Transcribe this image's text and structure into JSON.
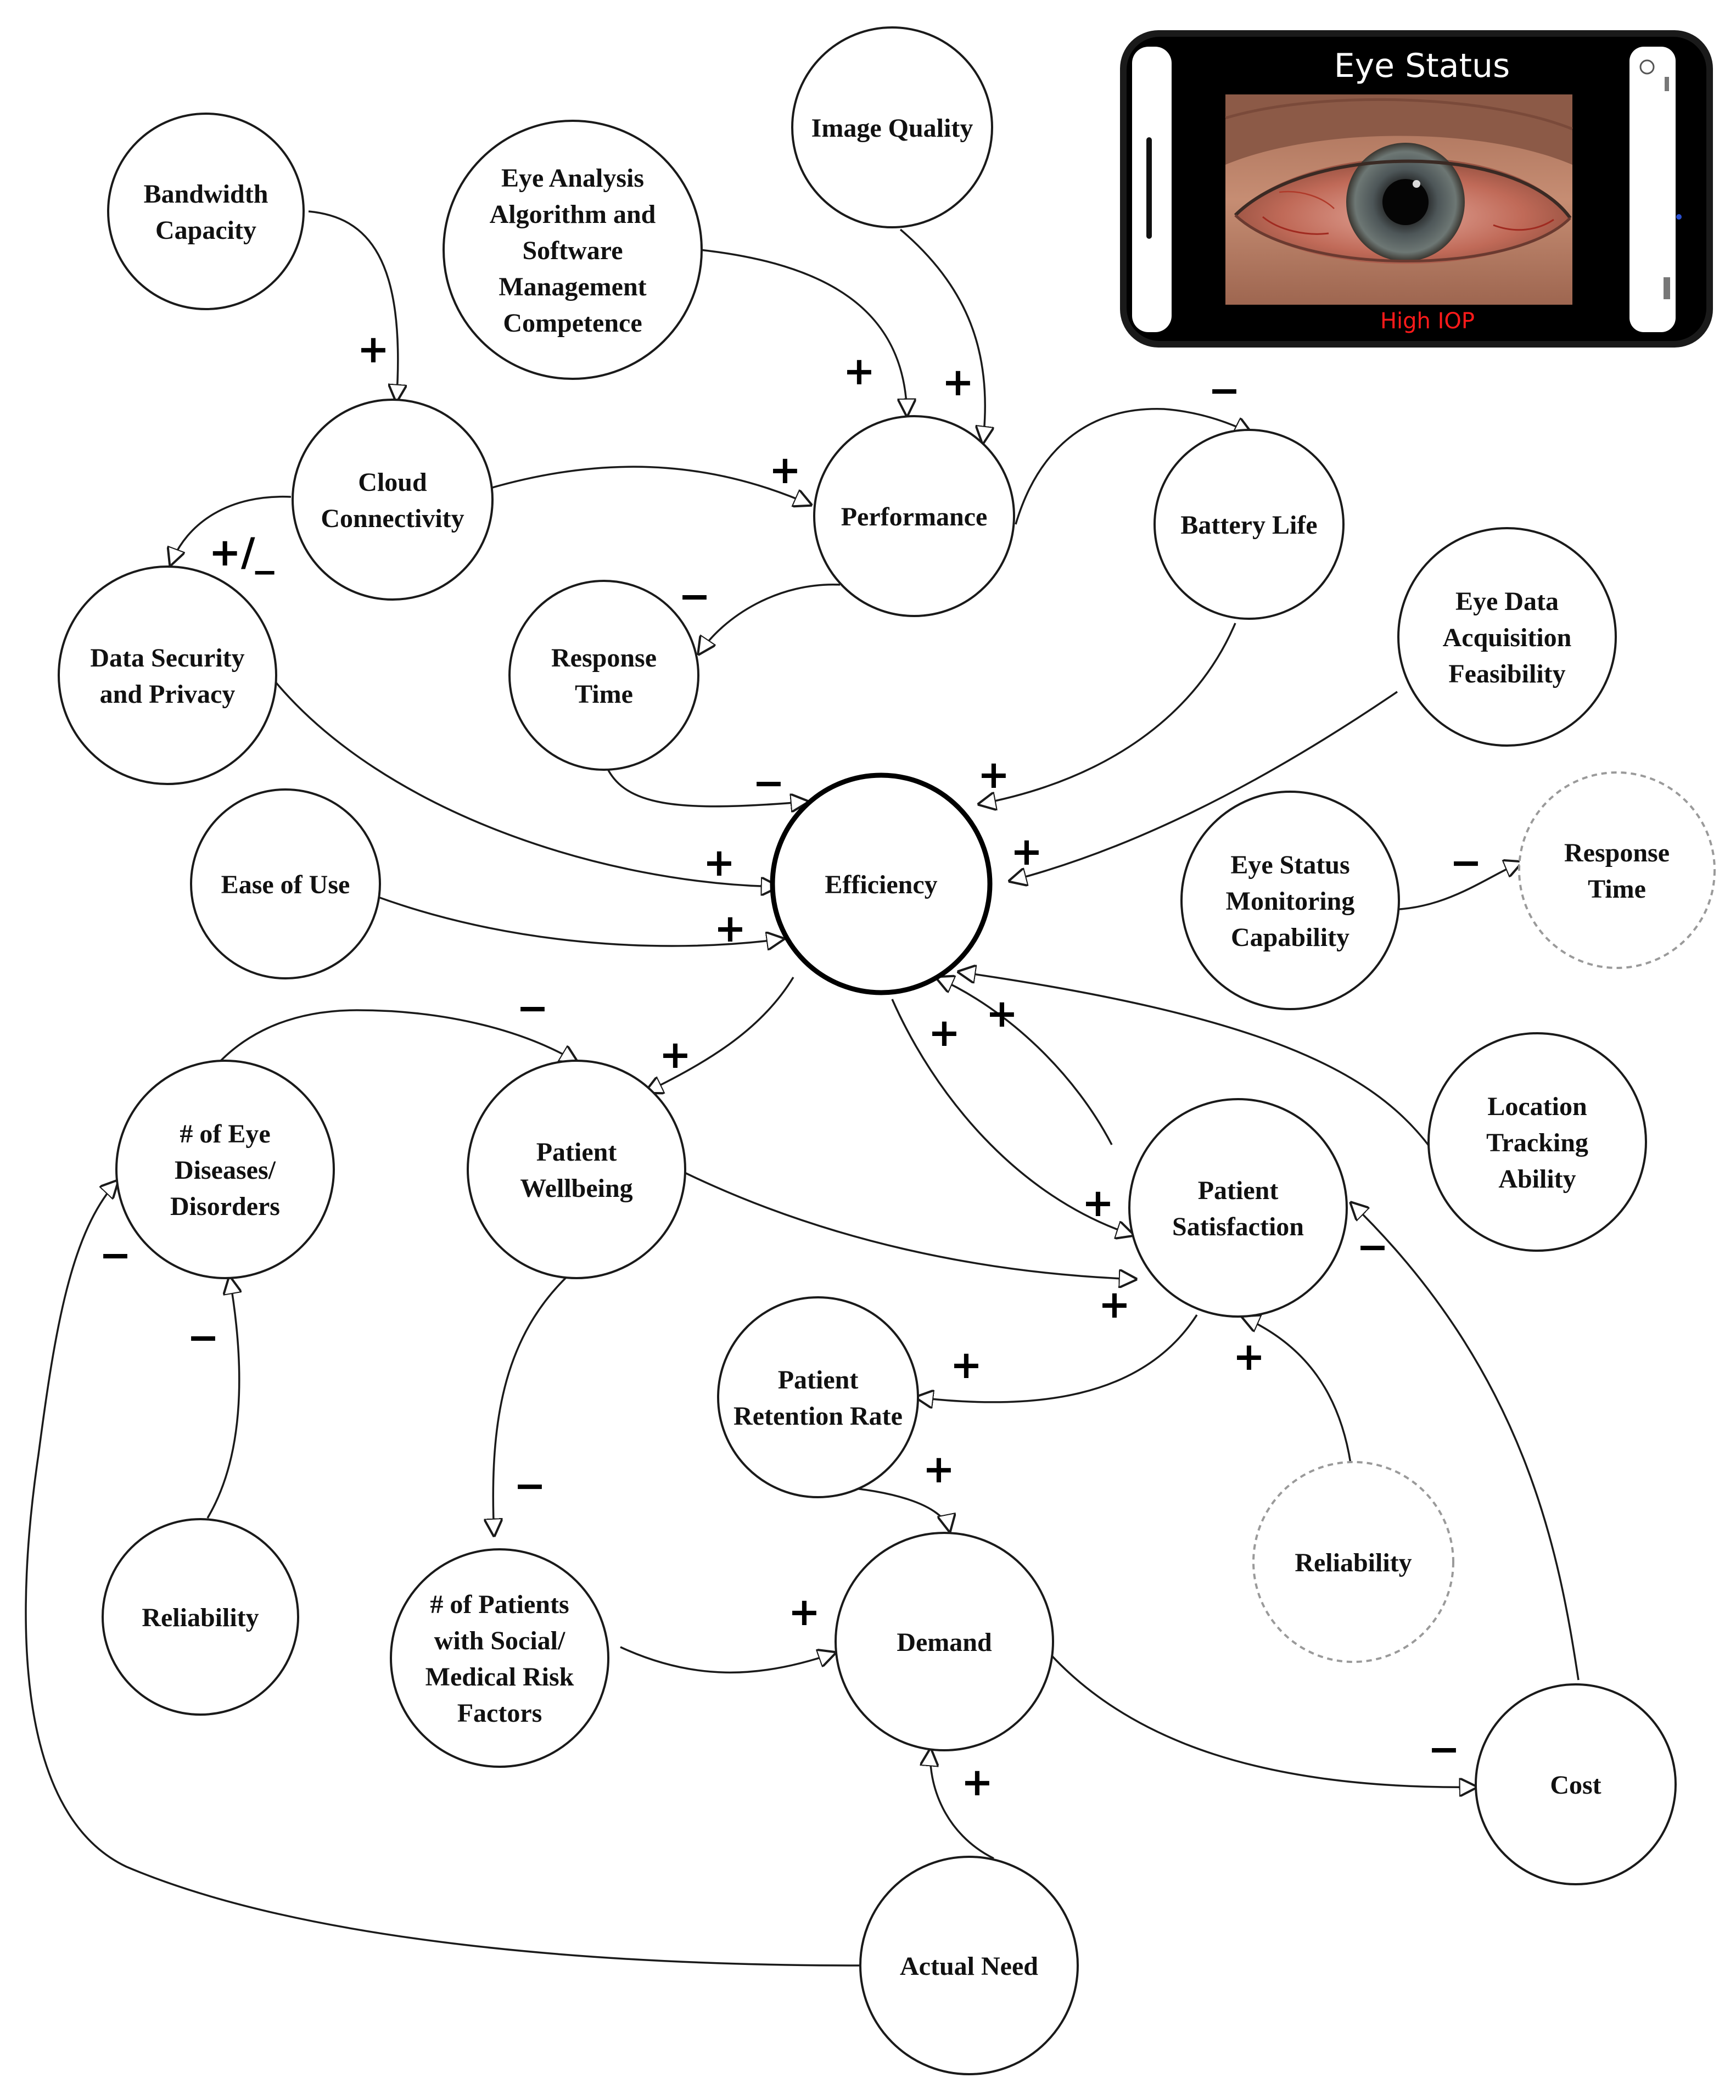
{
  "nodes": [
    {
      "id": "bandwidth",
      "label": [
        "Bandwidth",
        "Capacity"
      ]
    },
    {
      "id": "eye-analysis",
      "label": [
        "Eye Analysis",
        "Algorithm and",
        "Software",
        "Management",
        "Competence"
      ]
    },
    {
      "id": "image-quality",
      "label": [
        "Image Quality"
      ]
    },
    {
      "id": "cloud",
      "label": [
        "Cloud",
        "Connectivity"
      ]
    },
    {
      "id": "performance",
      "label": [
        "Performance"
      ]
    },
    {
      "id": "battery",
      "label": [
        "Battery Life"
      ]
    },
    {
      "id": "data-security",
      "label": [
        "Data Security",
        "and Privacy"
      ]
    },
    {
      "id": "response-time-1",
      "label": [
        "Response",
        "Time"
      ]
    },
    {
      "id": "eye-data",
      "label": [
        "Eye Data",
        "Acquisition",
        "Feasibility"
      ]
    },
    {
      "id": "ease-of-use",
      "label": [
        "Ease of Use"
      ]
    },
    {
      "id": "efficiency",
      "label": [
        "Efficiency"
      ]
    },
    {
      "id": "eye-status",
      "label": [
        "Eye Status",
        "Monitoring",
        "Capability"
      ]
    },
    {
      "id": "response-time-2",
      "label": [
        "Response",
        "Time"
      ]
    },
    {
      "id": "eye-diseases",
      "label": [
        "# of Eye",
        "Diseases/",
        "Disorders"
      ]
    },
    {
      "id": "patient-wellbeing",
      "label": [
        "Patient",
        "Wellbeing"
      ]
    },
    {
      "id": "patient-satisfaction",
      "label": [
        "Patient",
        "Satisfaction"
      ]
    },
    {
      "id": "location",
      "label": [
        "Location",
        "Tracking",
        "Ability"
      ]
    },
    {
      "id": "retention",
      "label": [
        "Patient",
        "Retention Rate"
      ]
    },
    {
      "id": "reliability-1",
      "label": [
        "Reliability"
      ]
    },
    {
      "id": "reliability-2",
      "label": [
        "Reliability"
      ]
    },
    {
      "id": "risk-factors",
      "label": [
        "# of Patients",
        "with Social/",
        "Medical Risk",
        "Factors"
      ]
    },
    {
      "id": "demand",
      "label": [
        "Demand"
      ]
    },
    {
      "id": "cost",
      "label": [
        "Cost"
      ]
    },
    {
      "id": "actual-need",
      "label": [
        "Actual Need"
      ]
    }
  ],
  "links": [
    {
      "id": "bandwidth-cloud",
      "sign": "+"
    },
    {
      "id": "eye-analysis-performance",
      "sign": "+"
    },
    {
      "id": "image-quality-performance",
      "sign": "+"
    },
    {
      "id": "cloud-performance",
      "sign": "+"
    },
    {
      "id": "cloud-data-security",
      "sign": "+/_"
    },
    {
      "id": "performance-battery",
      "sign": "−"
    },
    {
      "id": "performance-response-time",
      "sign": "−"
    },
    {
      "id": "response-time-efficiency",
      "sign": "−"
    },
    {
      "id": "battery-efficiency",
      "sign": "+"
    },
    {
      "id": "eye-data-efficiency",
      "sign": "+"
    },
    {
      "id": "data-security-efficiency",
      "sign": "+"
    },
    {
      "id": "ease-of-use-efficiency",
      "sign": "+"
    },
    {
      "id": "eye-status-response-time",
      "sign": "−"
    },
    {
      "id": "efficiency-patient-wellbeing",
      "sign": "+"
    },
    {
      "id": "efficiency-patient-satisfaction",
      "sign": "+"
    },
    {
      "id": "patient-satisfaction-efficiency",
      "sign": "+"
    },
    {
      "id": "location-efficiency",
      "sign": "+"
    },
    {
      "id": "eye-diseases-patient-wellbeing",
      "sign": "−"
    },
    {
      "id": "patient-wellbeing-patient-satisfaction",
      "sign": "+"
    },
    {
      "id": "patient-satisfaction-retention",
      "sign": "+"
    },
    {
      "id": "reliability-patient-satisfaction",
      "sign": "+"
    },
    {
      "id": "cost-patient-satisfaction",
      "sign": "−"
    },
    {
      "id": "reliability-eye-diseases",
      "sign": "−"
    },
    {
      "id": "actual-need-eye-diseases",
      "sign": "−"
    },
    {
      "id": "patient-wellbeing-risk-factors",
      "sign": "−"
    },
    {
      "id": "retention-demand",
      "sign": "+"
    },
    {
      "id": "risk-factors-demand",
      "sign": "+"
    },
    {
      "id": "actual-need-demand",
      "sign": "+"
    },
    {
      "id": "demand-cost",
      "sign": "−"
    }
  ],
  "phone": {
    "title": "Eye Status",
    "status": "High IOP",
    "status_color": "#ff1a1a"
  }
}
